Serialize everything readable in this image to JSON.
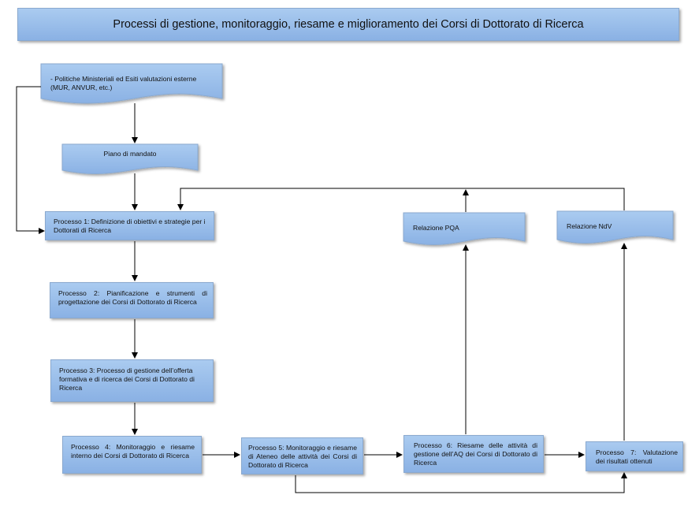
{
  "title": "Processi di gestione, monitoraggio, riesame e miglioramento dei Corsi di Dottorato di Ricerca",
  "nodes": {
    "politiche": "-     Politiche Ministeriali ed Esiti valutazioni esterne (MUR, ANVUR, etc.)",
    "piano": "Piano di mandato",
    "p1": "Processo 1: Definizione di obiettivi e strategie per i Dottorati di Ricerca",
    "p2": "Processo 2: Pianificazione e strumenti di progettazione dei Corsi di Dottorato di Ricerca",
    "p3": "Processo 3: Processo di gestione dell’offerta formativa e di ricerca dei Corsi di Dottorato di Ricerca",
    "p4": "Processo 4: Monitoraggio e riesame interno dei Corsi di Dottorato di Ricerca",
    "p5": "Processo 5: Monitoraggio e riesame di Ateneo delle attività dei Corsi di Dottorato di Ricerca",
    "p6": "Processo 6: Riesame delle attività di gestione dell’AQ dei Corsi di Dottorato di Ricerca",
    "p7": "Processo 7: Valutazione dei risultati ottenuti",
    "pqa": "Relazione PQA",
    "ndv": "Relazione NdV"
  }
}
